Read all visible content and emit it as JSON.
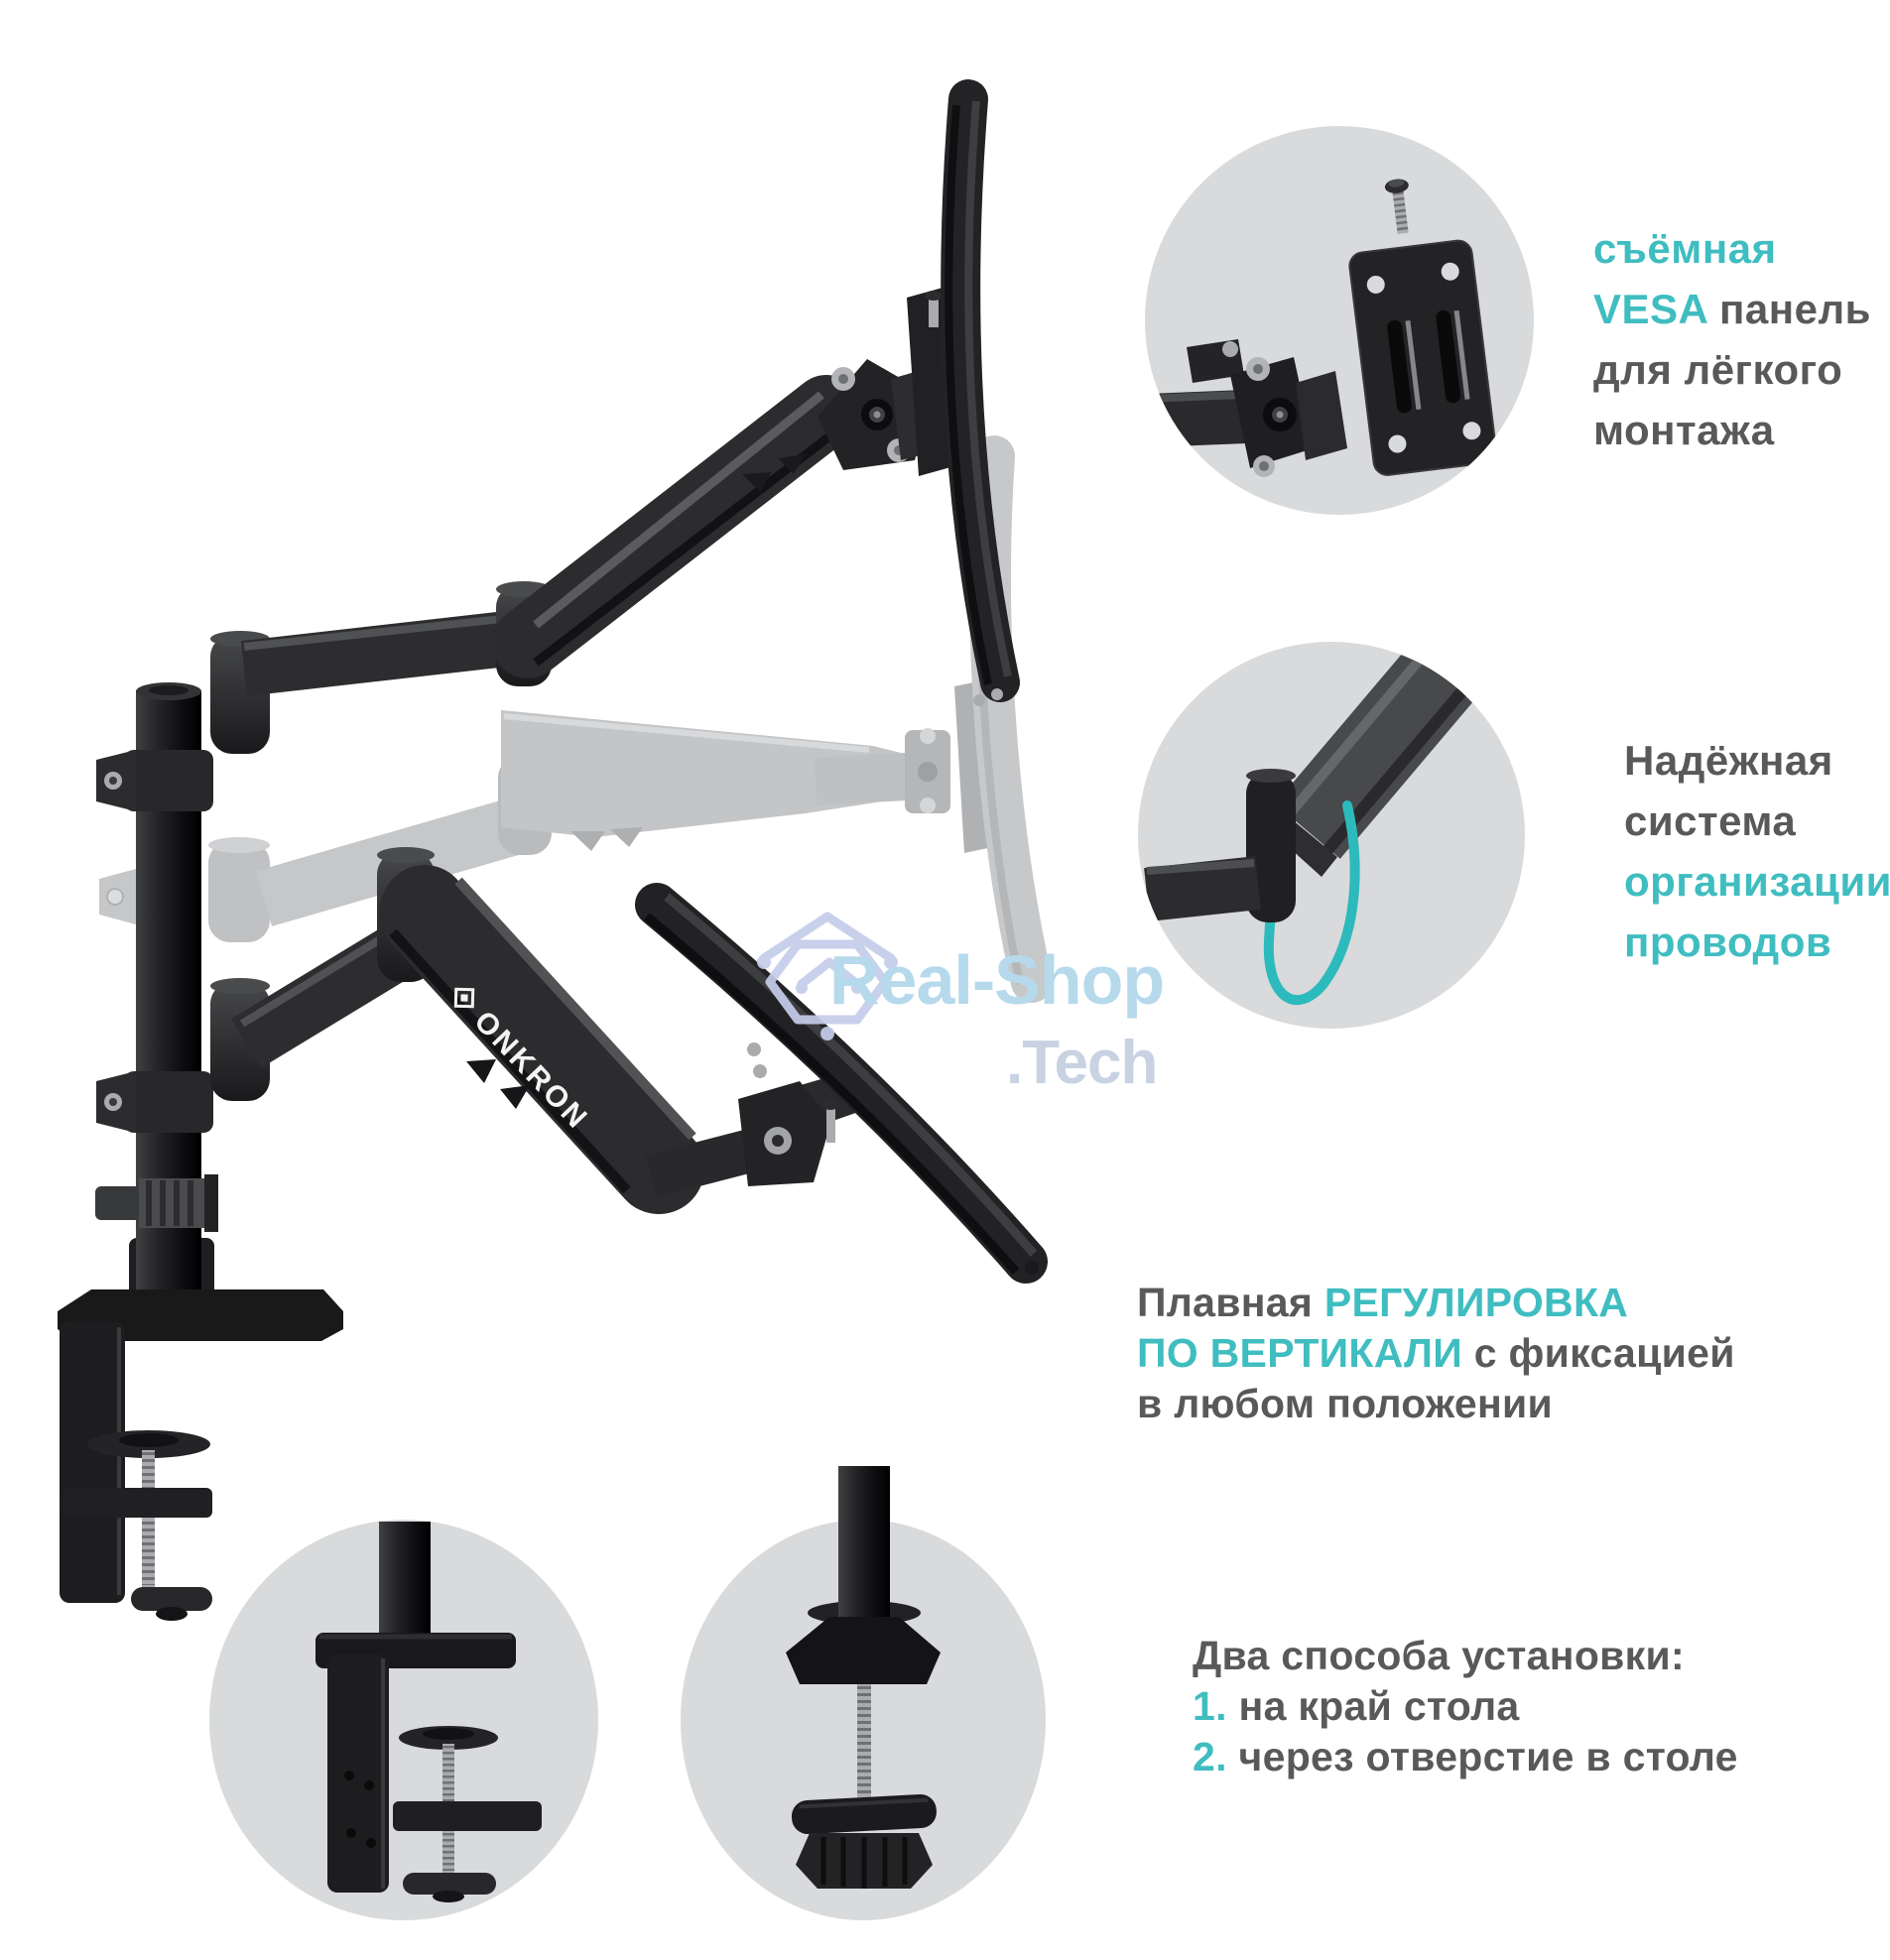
{
  "colors": {
    "accent": "#3fbdc0",
    "text_gray": "#58595b",
    "circle_bg": "#d9dadb"
  },
  "product": {
    "logo": "ONKRON"
  },
  "watermark": {
    "brand": "Real-Shop",
    "suffix": ".Tech",
    "brand_color": "#b6d9ec",
    "suffix_color": "#c8d2e3",
    "icon": "circuit-house-icon",
    "icon_color": "#c5cdea"
  },
  "callouts": {
    "vesa": {
      "l1": "съёмная",
      "l2_accent": "VESA",
      "l2_rest": "панель",
      "l3": "для лёгкого",
      "l4": "монтажа"
    },
    "cable": {
      "l1": "Надёжная",
      "l2": "система",
      "l3": "организации",
      "l4": "проводов"
    },
    "vertical": {
      "l1_gray": "Плавная",
      "l1_accent": "РЕГУЛИРОВКА",
      "l2_accent": "ПО ВЕРТИКАЛИ",
      "l2_gray": "с фиксацией",
      "l3": "в любом положении"
    },
    "mounting": {
      "title": "Два способа установки:",
      "n1": "1.",
      "i1": "на край стола",
      "n2": "2.",
      "i2": "через отверстие в столе"
    }
  }
}
